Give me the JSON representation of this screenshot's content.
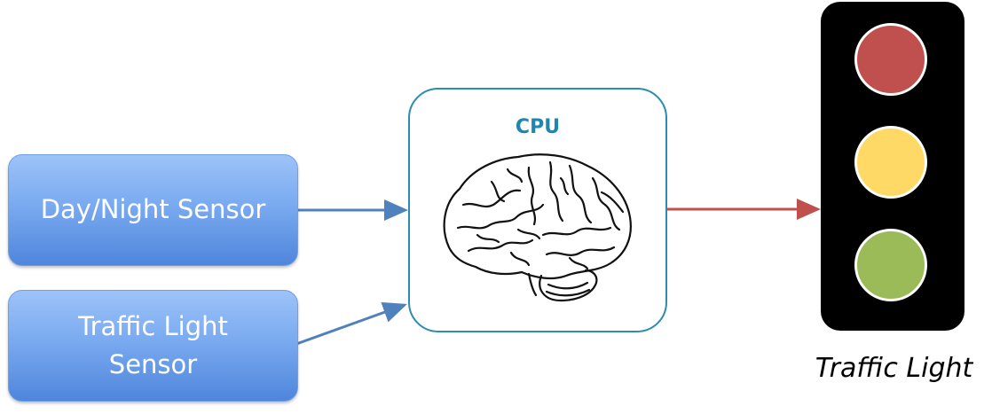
{
  "sensors": {
    "day_night": "Day/Night Sensor",
    "traffic_line1": "Traffic Light",
    "traffic_line2": "Sensor"
  },
  "cpu": {
    "label": "CPU"
  },
  "traffic_light": {
    "caption": "Traffic Light",
    "colors": {
      "red": "#c0504d",
      "yellow": "#ffd966",
      "green": "#9bbb59"
    }
  },
  "colors": {
    "input_arrow": "#4f81bd",
    "output_arrow": "#c0504d",
    "cpu_border": "#2e8cb0"
  }
}
